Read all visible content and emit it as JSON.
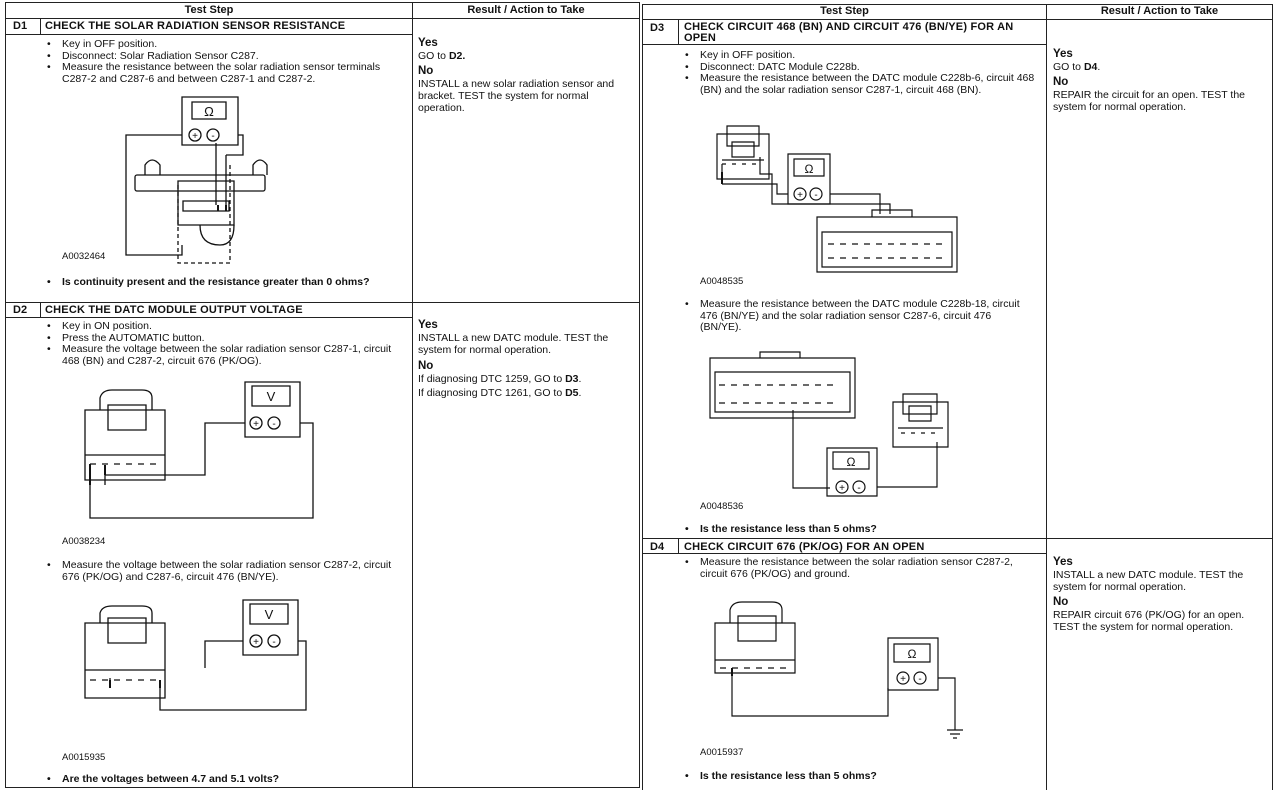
{
  "left": {
    "header": {
      "test_step": "Test Step",
      "result": "Result / Action to Take"
    },
    "d1": {
      "id": "D1",
      "title": "CHECK THE SOLAR RADIATION SENSOR RESISTANCE",
      "bullets": [
        "Key in OFF position.",
        "Disconnect: Solar Radiation Sensor C287.",
        "Measure the resistance between the solar radiation sensor terminals C287-2 and C287-6 and between C287-1 and C287-2."
      ],
      "figure_id": "A0032464",
      "meter_symbol": "Ω",
      "question": "Is continuity present and the resistance greater than 0 ohms?",
      "yes_label": "Yes",
      "yes_text": "GO to ",
      "yes_target": "D2.",
      "no_label": "No",
      "no_text": "INSTALL a new solar radiation sensor and bracket. TEST the system for normal operation."
    },
    "d2": {
      "id": "D2",
      "title": "CHECK THE DATC MODULE OUTPUT VOLTAGE",
      "bullets": [
        "Key in ON position.",
        "Press the AUTOMATIC button.",
        "Measure the voltage between the solar radiation sensor C287-1, circuit 468 (BN) and C287-2, circuit 676 (PK/OG)."
      ],
      "figure1_id": "A0038234",
      "bullet2": "Measure the voltage between the solar radiation sensor C287-2, circuit 676 (PK/OG) and C287-6, circuit 476 (BN/YE).",
      "figure2_id": "A0015935",
      "meter_symbol": "V",
      "question": "Are the voltages between 4.7 and 5.1 volts?",
      "yes_label": "Yes",
      "yes_text": "INSTALL a new DATC module. TEST the system for normal operation.",
      "no_label": "No",
      "no_text1": "If diagnosing DTC 1259, GO to ",
      "no_target1": "D3",
      "no_text2": "If diagnosing DTC 1261, GO to ",
      "no_target2": "D5"
    }
  },
  "right": {
    "header": {
      "test_step": "Test Step",
      "result": "Result / Action to Take"
    },
    "d3": {
      "id": "D3",
      "title": "CHECK CIRCUIT 468 (BN) AND CIRCUIT 476 (BN/YE) FOR AN OPEN",
      "bullets": [
        "Key in OFF position.",
        "Disconnect: DATC Module C228b.",
        "Measure the resistance between the DATC module C228b-6, circuit 468 (BN) and the solar radiation sensor C287-1, circuit 468 (BN)."
      ],
      "figure1_id": "A0048535",
      "bullet2": "Measure the resistance between the DATC module C228b-18, circuit 476 (BN/YE) and the solar radiation sensor C287-6, circuit 476 (BN/YE).",
      "figure2_id": "A0048536",
      "meter_symbol": "Ω",
      "question": "Is the resistance less than 5 ohms?",
      "yes_label": "Yes",
      "yes_text": "GO to ",
      "yes_target": "D4",
      "no_label": "No",
      "no_text": "REPAIR the circuit for an open. TEST the system for normal operation."
    },
    "d4": {
      "id": "D4",
      "title": "CHECK CIRCUIT 676 (PK/OG) FOR AN OPEN",
      "bullets": [
        "Measure the resistance between the solar radiation sensor C287-2, circuit 676 (PK/OG) and ground."
      ],
      "figure_id": "A0015937",
      "meter_symbol": "Ω",
      "question": "Is the resistance less than 5 ohms?",
      "yes_label": "Yes",
      "yes_text": "INSTALL a new DATC module. TEST the system for normal operation.",
      "no_label": "No",
      "no_text": "REPAIR circuit 676 (PK/OG) for an open. TEST the system for normal operation."
    }
  }
}
